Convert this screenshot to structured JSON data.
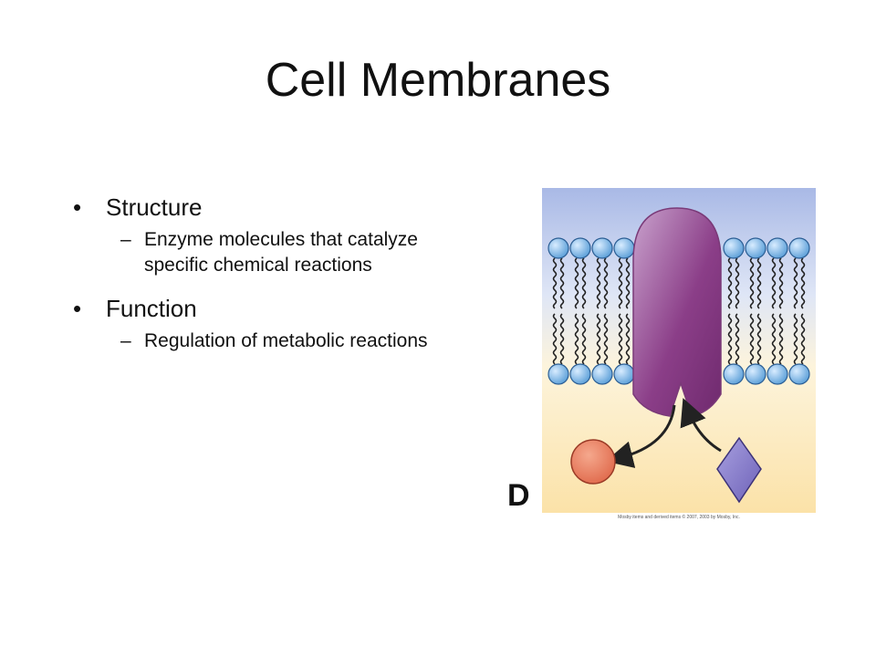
{
  "slide": {
    "title": "Cell Membranes",
    "bullets": [
      {
        "label": "Structure",
        "sub": "Enzyme molecules that catalyze specific chemical reactions"
      },
      {
        "label": "Function",
        "sub": "Regulation of metabolic reactions"
      }
    ],
    "bullet_glyph": "•",
    "dash_glyph": "–"
  },
  "figure": {
    "panel_letter": "D",
    "credit": "Mosby items and derived items © 2007, 2003 by Mosby, Inc.",
    "colors": {
      "extracellular": "#a9b9e6",
      "cytoplasm": "#fbe2a8",
      "protein": "#8b3e88",
      "phospholipid_head": "#5b9fd8",
      "product": "#e06a4c",
      "substrate": "#6e62b8"
    }
  }
}
